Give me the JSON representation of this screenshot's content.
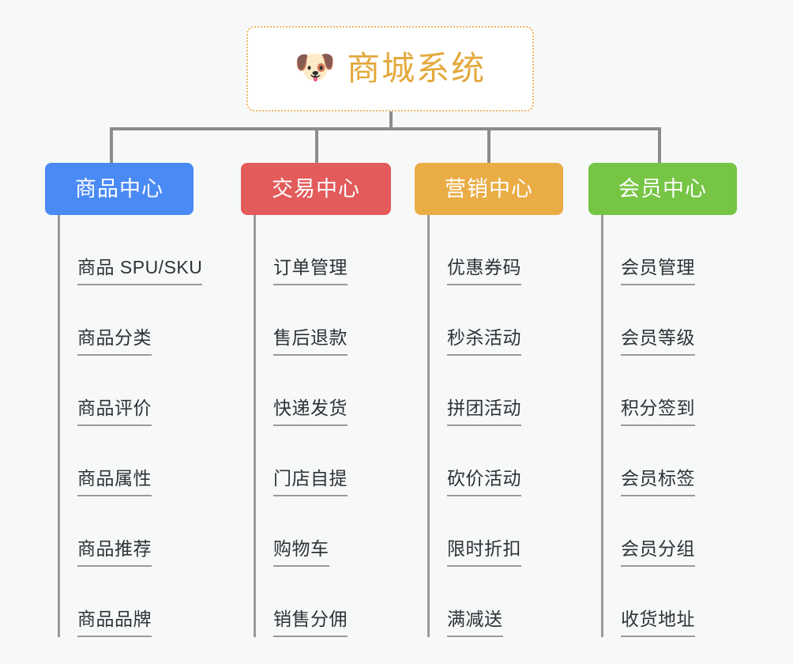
{
  "root": {
    "icon": "shiba-dog-emoji",
    "icon_glyph": "🐶",
    "title": "商城系统",
    "title_color": "#e3a93c",
    "border_color": "#eab862",
    "background": "#ffffff"
  },
  "canvas": {
    "background": "#f7f8f8",
    "connector_color": "#8c8c8c"
  },
  "branches": [
    {
      "header": "商品中心",
      "color": "#4a8af4",
      "color_name": "blue",
      "items": [
        "商品 SPU/SKU",
        "商品分类",
        "商品评价",
        "商品属性",
        "商品推荐",
        "商品品牌"
      ]
    },
    {
      "header": "交易中心",
      "color": "#e35b5b",
      "color_name": "red",
      "items": [
        "订单管理",
        "售后退款",
        "快递发货",
        "门店自提",
        "购物车",
        "销售分佣"
      ]
    },
    {
      "header": "营销中心",
      "color": "#eaad46",
      "color_name": "orange",
      "items": [
        "优惠券码",
        "秒杀活动",
        "拼团活动",
        "砍价活动",
        "限时折扣",
        "满减送"
      ]
    },
    {
      "header": "会员中心",
      "color": "#76c544",
      "color_name": "green",
      "items": [
        "会员管理",
        "会员等级",
        "积分签到",
        "会员标签",
        "会员分组",
        "收货地址"
      ]
    }
  ]
}
